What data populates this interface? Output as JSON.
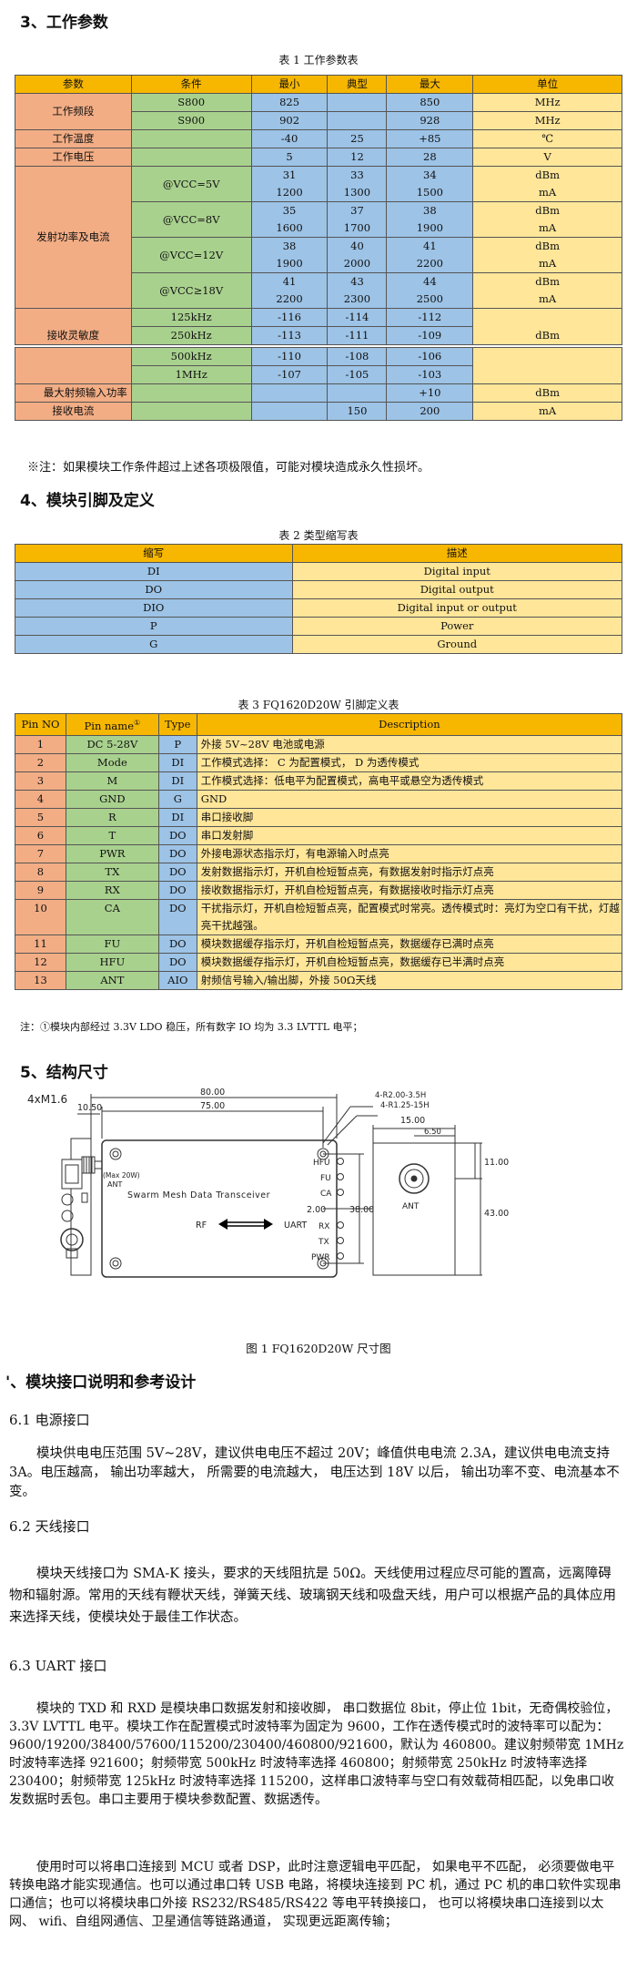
{
  "sec3": {
    "title": "3、工作参数"
  },
  "table1": {
    "caption": "表 1  工作参数表",
    "headers": [
      "参数",
      "条件",
      "最小",
      "典型",
      "最大",
      "单位"
    ],
    "band_label": "工作频段",
    "band_rows": [
      {
        "cond": "S800",
        "min": "825",
        "typ": "",
        "max": "850",
        "unit": "MHz"
      },
      {
        "cond": "S900",
        "min": "902",
        "typ": "",
        "max": "928",
        "unit": "MHz"
      }
    ],
    "temp": {
      "label": "工作温度",
      "min": "-40",
      "typ": "25",
      "max": "+85",
      "unit": "℃"
    },
    "volt": {
      "label": "工作电压",
      "min": "5",
      "typ": "12",
      "max": "28",
      "unit": "V"
    },
    "power_label": "发射功率及电流",
    "power_rows": [
      {
        "cond": "@VCC=5V",
        "min": "31",
        "min2": "1200",
        "typ": "33",
        "typ2": "1300",
        "max": "34",
        "max2": "1500",
        "unit": "dBm",
        "unit2": "mA"
      },
      {
        "cond": "@VCC=8V",
        "min": "35",
        "min2": "1600",
        "typ": "37",
        "typ2": "1700",
        "max": "38",
        "max2": "1900",
        "unit": "dBm",
        "unit2": "mA"
      },
      {
        "cond": "@VCC=12V",
        "min": "38",
        "min2": "1900",
        "typ": "40",
        "typ2": "2000",
        "max": "41",
        "max2": "2200",
        "unit": "dBm",
        "unit2": "mA"
      },
      {
        "cond": "@VCC≥18V",
        "min": "41",
        "min2": "2200",
        "typ": "43",
        "typ2": "2300",
        "max": "44",
        "max2": "2500",
        "unit": "dBm",
        "unit2": "mA"
      }
    ],
    "sens_label": "接收灵敏度",
    "sens_rows": [
      {
        "cond": "125kHz",
        "min": "-116",
        "typ": "-114",
        "max": "-112"
      },
      {
        "cond": "250kHz",
        "min": "-113",
        "typ": "-111",
        "max": "-109"
      },
      {
        "cond": "500kHz",
        "min": "-110",
        "typ": "-108",
        "max": "-106"
      },
      {
        "cond": "1MHz",
        "min": "-107",
        "typ": "-105",
        "max": "-103"
      }
    ],
    "sens_unit": "dBm",
    "maxrf": {
      "label": "最大射频输入功率",
      "max": "+10",
      "unit": "dBm"
    },
    "rxcur": {
      "label": "接收电流",
      "typ": "150",
      "max": "200",
      "unit": "mA"
    }
  },
  "note1": "※注：如果模块工作条件超过上述各项极限值，可能对模块造成永久性损坏。",
  "sec4": {
    "title": "4、模块引脚及定义"
  },
  "table2": {
    "caption": "表 2  类型缩写表",
    "headers": [
      "缩写",
      "描述"
    ],
    "rows": [
      {
        "abbr": "DI",
        "desc": "Digital input"
      },
      {
        "abbr": "DO",
        "desc": "Digital output"
      },
      {
        "abbr": "DIO",
        "desc": "Digital input or output"
      },
      {
        "abbr": "P",
        "desc": "Power"
      },
      {
        "abbr": "G",
        "desc": "Ground"
      }
    ]
  },
  "table3": {
    "caption": "表 3 FQ1620D20W  引脚定义表",
    "headers": [
      "Pin NO",
      "Pin name",
      "Type",
      "Description"
    ],
    "pin_name_sup": "①",
    "rows": [
      {
        "no": "1",
        "name": "DC 5-28V",
        "type": "P",
        "desc": "外接 5V~28V  电池或电源"
      },
      {
        "no": "2",
        "name": "Mode",
        "type": "DI",
        "desc": "工作模式选择：  C 为配置模式，  D 为透传模式"
      },
      {
        "no": "3",
        "name": "M",
        "type": "DI",
        "desc": "工作模式选择：低电平为配置模式，高电平或悬空为透传模式"
      },
      {
        "no": "4",
        "name": "GND",
        "type": "G",
        "desc": "GND"
      },
      {
        "no": "5",
        "name": "R",
        "type": "DI",
        "desc": "串口接收脚"
      },
      {
        "no": "6",
        "name": "T",
        "type": "DO",
        "desc": "串口发射脚"
      },
      {
        "no": "7",
        "name": "PWR",
        "type": "DO",
        "desc": "外接电源状态指示灯，有电源输入时点亮"
      },
      {
        "no": "8",
        "name": "TX",
        "type": "DO",
        "desc": "发射数据指示灯，开机自检短暂点亮，有数据发射时指示灯点亮"
      },
      {
        "no": "9",
        "name": "RX",
        "type": "DO",
        "desc": "接收数据指示灯，开机自检短暂点亮，有数据接收时指示灯点亮"
      },
      {
        "no": "10",
        "name": "CA",
        "type": "DO",
        "desc": "干扰指示灯，开机自检短暂点亮，配置模式时常亮。透传模式时：亮灯为空口有干扰，灯越亮干扰越强。"
      },
      {
        "no": "11",
        "name": "FU",
        "type": "DO",
        "desc": "模块数据缓存指示灯，开机自检短暂点亮，数据缓存已满时点亮"
      },
      {
        "no": "12",
        "name": "HFU",
        "type": "DO",
        "desc": "模块数据缓存指示灯，开机自检短暂点亮，数据缓存已半满时点亮"
      },
      {
        "no": "13",
        "name": "ANT",
        "type": "AIO",
        "desc": "射频信号输入/输出脚，外接 50Ω天线"
      }
    ]
  },
  "note2": "注：①模块内部经过 3.3V LDO 稳压，所有数字 IO 均为 3.3 LVTTL 电平；",
  "sec5": {
    "title": "5、结构尺寸"
  },
  "drawing": {
    "screws": "4xM1.6",
    "d_1050": "10.50",
    "d_80": "80.00",
    "d_75": "75.00",
    "d_r2": "4-R2.00-3.5H",
    "d_r1": "4-R1.25-15H",
    "d_15": "15.00",
    "d_650": "6.50",
    "d_11": "11.00",
    "d_43": "43.00",
    "d_38": "38.00",
    "d_2": "2.00",
    "maxpwr": "(Max 20W)",
    "ant": "ANT",
    "ant2": "ANT",
    "product": "Swarm  Mesh  Data  Transceiver",
    "rf": "RF",
    "uart": "UART",
    "leds": [
      "HFU",
      "FU",
      "CA",
      "",
      "RX",
      "TX",
      "PWR"
    ],
    "caption": "图 1 FQ1620D20W 尺寸图"
  },
  "sec6": {
    "title": "'、模块接口说明和参考设计"
  },
  "s61": {
    "title": "6.1  电源接口",
    "text": "模块供电电压范围 5V~28V，建议供电电压不超过 20V；峰值供电电流 2.3A，建议供电电流支持 3A。电压越高，  输出功率越大，  所需要的电流越大，  电压达到 18V 以后，  输出功率不变、电流基本不变。"
  },
  "s62": {
    "title": "6.2  天线接口",
    "text": "模块天线接口为 SMA-K 接头，要求的天线阻抗是 50Ω。天线使用过程应尽可能的置高，远离障碍物和辐射源。常用的天线有鞭状天线，弹簧天线、玻璃钢天线和吸盘天线，用户可以根据产品的具体应用来选择天线，使模块处于最佳工作状态。"
  },
  "s63": {
    "title": "6.3 UART 接口",
    "text1": "模块的 TXD 和 RXD 是模块串口数据发射和接收脚，  串口数据位 8bit，停止位 1bit，无奇偶校验位，  3.3V LVTTL 电平。模块工作在配置模式时波特率为固定为 9600，工作在透传模式时的波特率可以配为：  9600/19200/38400/57600/115200/230400/460800/921600，默认为 460800。建议射频带宽 1MHz 时波特率选择 921600；射频带宽 500kHz 时波特率选择 460800；射频带宽 250kHz 时波特率选择 230400；射频带宽  125kHz 时波特率选择 115200，这样串口波特率与空口有效载荷相匹配，以免串口收发数据时丢包。串口主要用于模块参数配置、数据透传。",
    "text2": "使用时可以将串口连接到 MCU 或者 DSP，此时注意逻辑电平匹配，  如果电平不匹配，  必须要做电平转换电路才能实现通信。也可以通过串口转 USB 电路，将模块连接到 PC 机，通过 PC 机的串口软件实现串口通信；也可以将模块串口外接 RS232/RS485/RS422 等电平转换接口，  也可以将模块串口连接到以太网、  wifi、自组网通信、卫星通信等链路通道，  实现更远距离传输；"
  }
}
